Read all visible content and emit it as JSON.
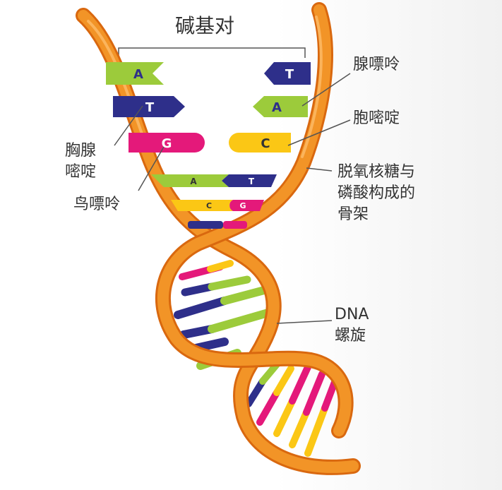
{
  "title": "碱基对",
  "colors": {
    "backbone": "#f29427",
    "backbone_shade": "#d9680f",
    "adenine": "#9ccb3b",
    "thymine": "#2e2f8a",
    "guanine": "#e4197a",
    "cytosine": "#fbc715",
    "white_text": "#ffffff",
    "dark_text": "#333333"
  },
  "bases": {
    "a": "A",
    "t": "T",
    "g": "G",
    "c": "C"
  },
  "labels": {
    "adenine": "腺嘌呤",
    "cytosine": "胞嘧啶",
    "thymine_line1": "胸腺",
    "thymine_line2": "嘧啶",
    "guanine": "鸟嘌呤",
    "backbone_line1": "脱氧核糖与",
    "backbone_line2": "磷酸构成的",
    "backbone_line3": "骨架",
    "dna_line1": "DNA",
    "dna_line2": "螺旋"
  }
}
